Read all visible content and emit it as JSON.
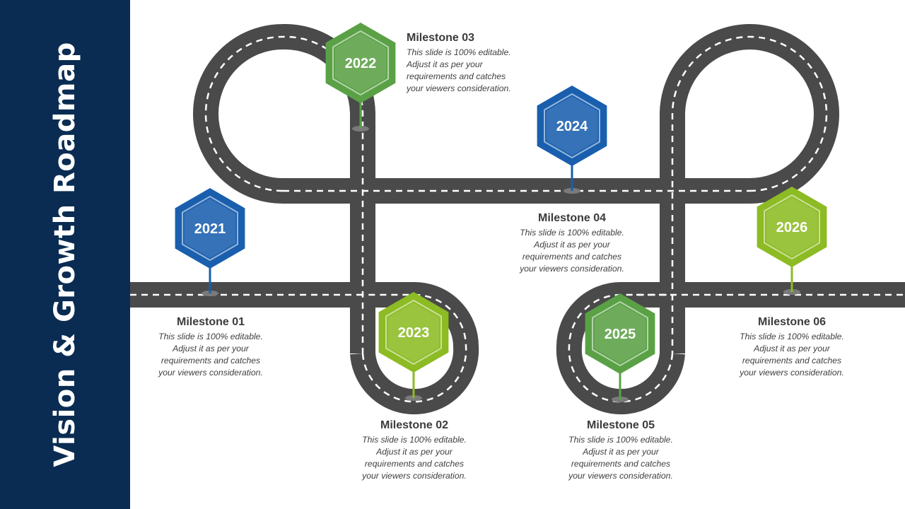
{
  "title": "Vision & Growth Roadmap",
  "colors": {
    "sidebar": "#0a2c52",
    "road": "#4a4a4a",
    "blue": "#1a5fae",
    "green": "#5aa146",
    "lime": "#8dbb24"
  },
  "milestones": [
    {
      "year": "2021",
      "title": "Milestone 01",
      "lines": [
        "This slide is 100% editable.",
        "Adjust it as per your",
        "requirements and catches",
        "your viewers consideration."
      ],
      "color": "blue"
    },
    {
      "year": "2023",
      "title": "Milestone 02",
      "lines": [
        "This slide is 100% editable.",
        "Adjust it as per your",
        "requirements and catches",
        "your viewers consideration."
      ],
      "color": "lime"
    },
    {
      "year": "2022",
      "title": "Milestone 03",
      "lines": [
        "This slide is 100% editable.",
        "Adjust it as per your",
        "requirements and catches",
        "your viewers consideration."
      ],
      "color": "green"
    },
    {
      "year": "2024",
      "title": "Milestone 04",
      "lines": [
        "This slide is 100% editable.",
        "Adjust it as per your",
        "requirements and catches",
        "your viewers consideration."
      ],
      "color": "blue"
    },
    {
      "year": "2025",
      "title": "Milestone 05",
      "lines": [
        "This slide is 100% editable.",
        "Adjust it as per your",
        "requirements and catches",
        "your viewers consideration."
      ],
      "color": "green"
    },
    {
      "year": "2026",
      "title": "Milestone 06",
      "lines": [
        "This slide is 100% editable.",
        "Adjust it as per your",
        "requirements and catches",
        "your viewers consideration."
      ],
      "color": "lime"
    }
  ]
}
